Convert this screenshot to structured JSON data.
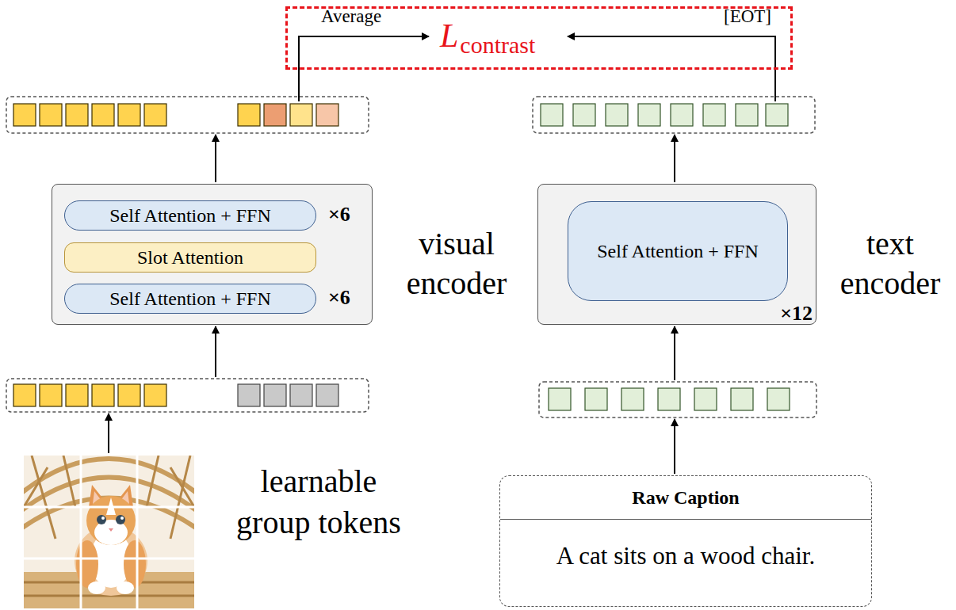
{
  "diagram": {
    "nodes": [
      {
        "text": [
          "L",
          "contrast"
        ]
      },
      {
        "text": [
          "visual encoder"
        ]
      },
      {
        "text": [
          "Self Attention + FFN",
          "×6"
        ],
        "in": 1
      },
      {
        "text": [
          "Slot Attention"
        ],
        "in": 1
      },
      {
        "text": [
          "Self Attention + FFN",
          "×6"
        ],
        "in": 1
      },
      {
        "text": [
          "text encoder",
          "×12"
        ]
      },
      {
        "text": [
          "Self Attention + FFN"
        ],
        "in": 5
      },
      {
        "text": [
          "Raw Caption",
          "A cat sits on a wood chair."
        ]
      }
    ],
    "labels": [
      "Average",
      "[EOT]",
      "learnable group tokens"
    ]
  }
}
